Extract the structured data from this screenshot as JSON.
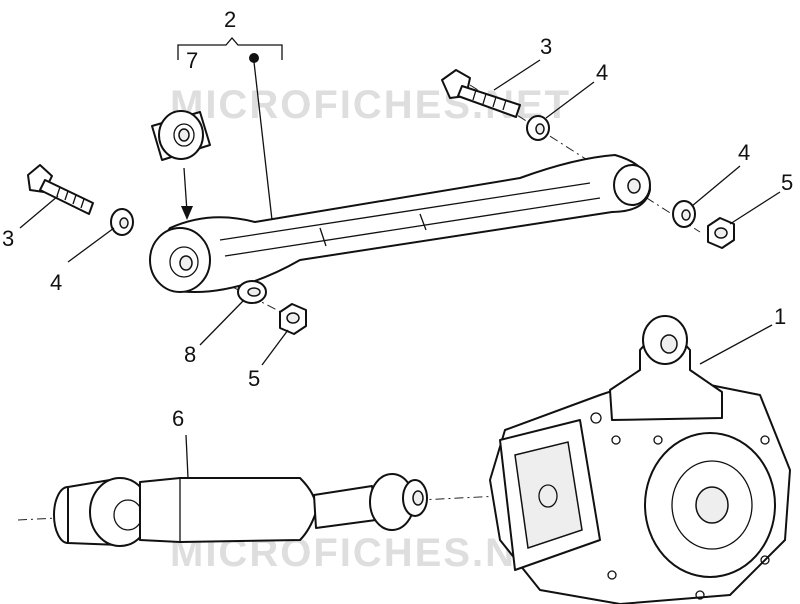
{
  "watermark": "MICROFICHES.NET",
  "callouts": {
    "c1": "1",
    "c2": "2",
    "c3a": "3",
    "c3b": "3",
    "c4a": "4",
    "c4b": "4",
    "c4c": "4",
    "c5a": "5",
    "c5b": "5",
    "c6": "6",
    "c7": "7",
    "c8": "8"
  },
  "colors": {
    "line": "#111111",
    "watermark": "#dedede",
    "background": "#ffffff"
  }
}
